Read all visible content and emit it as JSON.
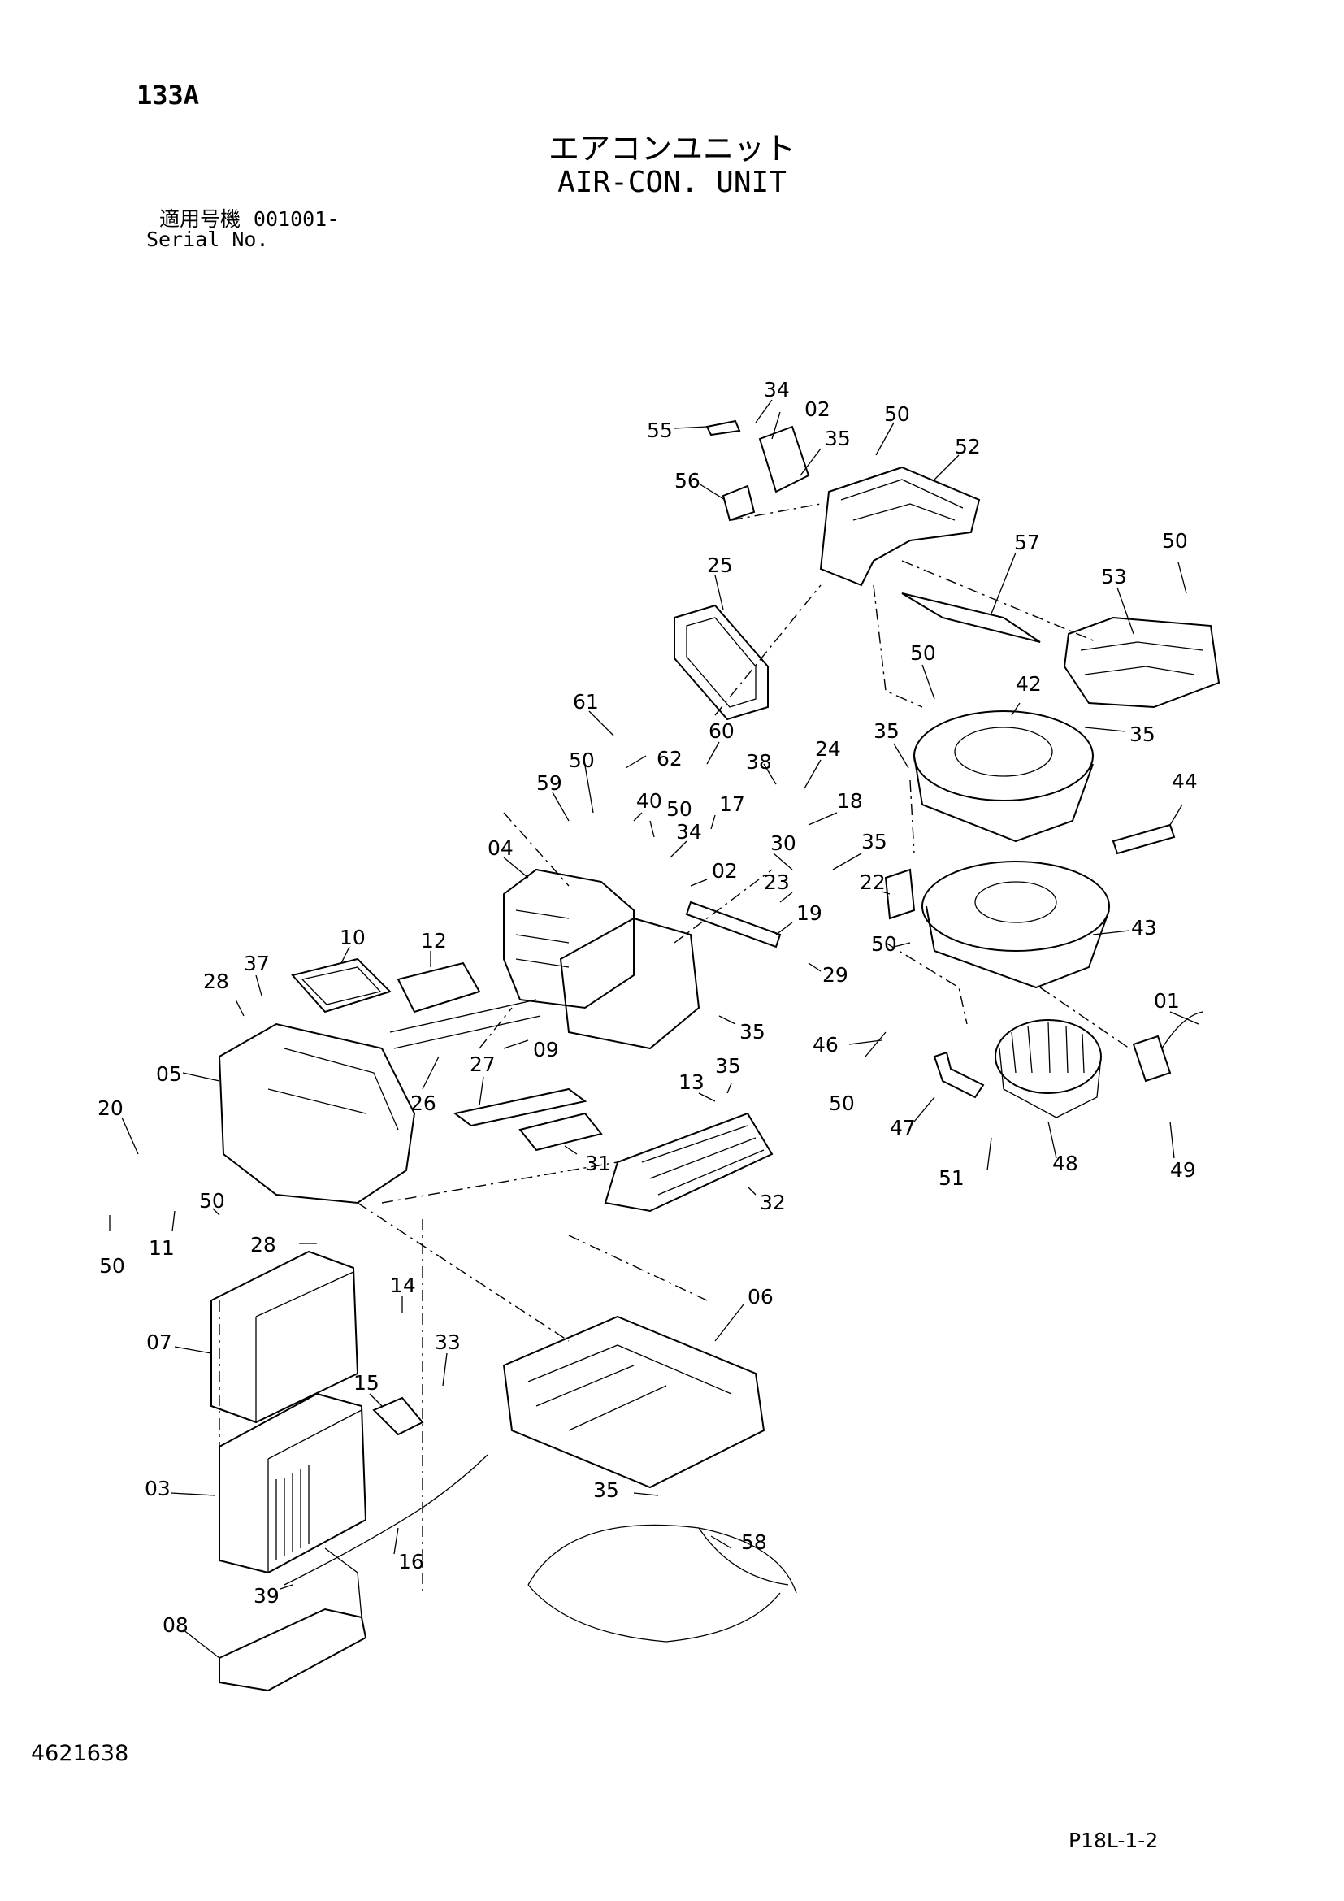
{
  "header": {
    "page_code": "133A",
    "title_ja": "エアコンユニット",
    "title_en": "AIR-CON. UNIT",
    "serial_label_ja": "適用号機",
    "serial_value": "001001-",
    "serial_label_en": "Serial No."
  },
  "footer": {
    "doc_number": "4621638",
    "page_ref": "P18L-1-2"
  },
  "callouts": [
    "34",
    "02",
    "55",
    "35",
    "50",
    "52",
    "56",
    "57",
    "25",
    "50",
    "53",
    "50",
    "42",
    "35",
    "35",
    "61",
    "60",
    "62",
    "50",
    "38",
    "24",
    "59",
    "40",
    "50",
    "17",
    "18",
    "34",
    "30",
    "35",
    "04",
    "02",
    "44",
    "22",
    "23",
    "19",
    "43",
    "50",
    "10",
    "12",
    "29",
    "37",
    "28",
    "01",
    "35",
    "09",
    "46",
    "05",
    "27",
    "35",
    "26",
    "13",
    "50",
    "20",
    "31",
    "47",
    "32",
    "48",
    "51",
    "49",
    "11",
    "50",
    "28",
    "50",
    "14",
    "06",
    "07",
    "33",
    "15",
    "03",
    "35",
    "58",
    "16",
    "39",
    "08"
  ]
}
